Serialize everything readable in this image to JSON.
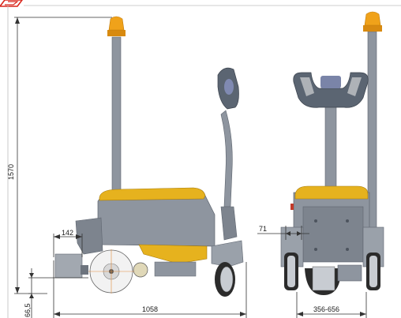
{
  "dimensions": {
    "height_total": "1570",
    "length_total": "1058",
    "front_overhang": "142",
    "ground_clearance": "66,5",
    "side_offset": "71",
    "width_range": "356-656"
  },
  "colors": {
    "body": "#8e959f",
    "body_dark": "#6d747e",
    "yellow": "#e6b21e",
    "beacon": "#f0a21a",
    "handle": "#5b6572",
    "wheel_white": "#f2f2f2",
    "tire": "#2b2b2b",
    "logo_red": "#d9261c"
  },
  "icons": [
    "logo-mark",
    "amber-beacon-icon"
  ]
}
